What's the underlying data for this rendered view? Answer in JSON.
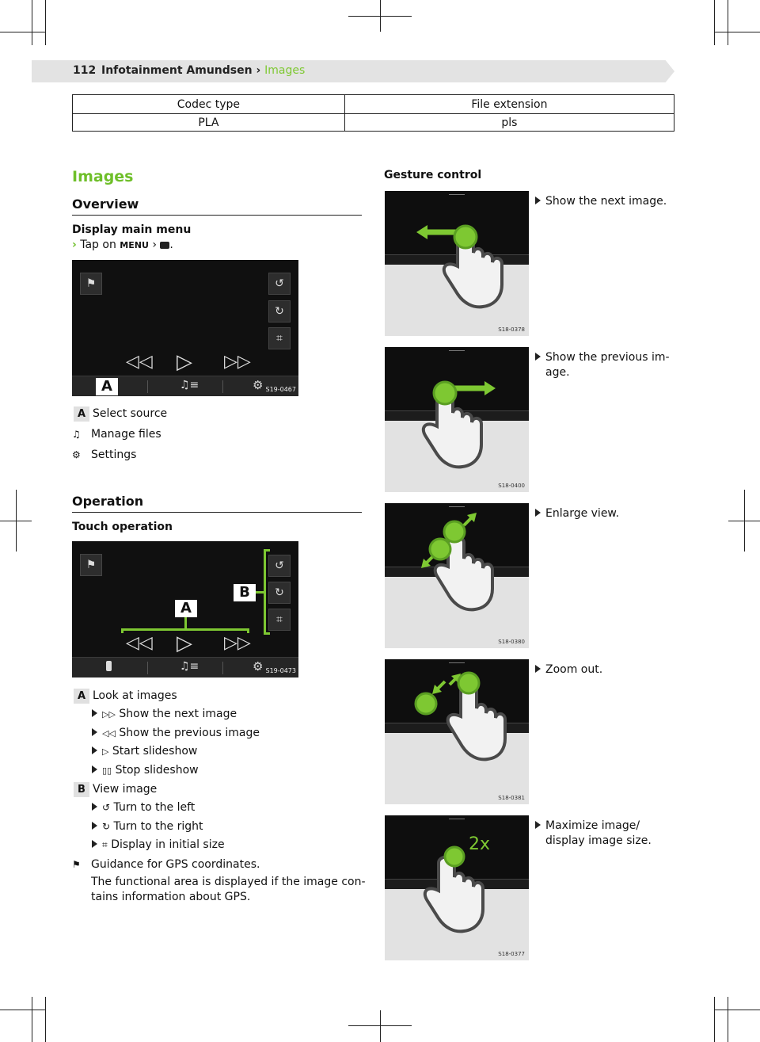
{
  "header": {
    "page_number": "112",
    "chapter": "Infotainment Amundsen",
    "separator": "›",
    "current": "Images"
  },
  "codec_table": {
    "headers": [
      "Codec type",
      "File extension"
    ],
    "rows": [
      [
        "PLA",
        "pls"
      ]
    ]
  },
  "images_section": {
    "title": "Images",
    "overview": "Overview",
    "display_main_menu": "Display main menu",
    "tap_prefix": "›",
    "tap_text": "Tap on",
    "tap_menu": "MENU",
    "tap_arrow": "›",
    "tap_end": ".",
    "figure1_code": "S19-0467",
    "legend": [
      {
        "key": "A",
        "text": "Select source"
      },
      {
        "icon": "music-list-icon",
        "glyph": "♫",
        "text": "Manage files"
      },
      {
        "icon": "gear-icon",
        "glyph": "⚙",
        "text": "Settings"
      }
    ]
  },
  "operation_section": {
    "title": "Operation",
    "touch_operation": "Touch operation",
    "figure2_code": "S19-0473",
    "label_a": "A",
    "label_b": "B",
    "a_text": "Look at images",
    "a_items": [
      "Show the next image",
      "Show the previous image",
      "Start slideshow",
      "Stop slideshow"
    ],
    "a_glyphs": [
      "▷▷",
      "◁◁",
      "▷",
      "▯▯"
    ],
    "b_text": "View image",
    "b_items": [
      "Turn to the left",
      "Turn to the right",
      "Display in initial size"
    ],
    "b_glyphs": [
      "↺",
      "↻",
      "⌗"
    ],
    "gps_title": "Guidance for GPS coordinates.",
    "gps_line1": "The functional area is displayed if the image con-",
    "gps_line2": "tains information about GPS."
  },
  "gesture_section": {
    "title": "Gesture control",
    "items": [
      {
        "code": "S18-0378",
        "caption_lines": [
          "Show the next image."
        ]
      },
      {
        "code": "S18-0400",
        "caption_lines": [
          "Show the previous im-",
          "age."
        ]
      },
      {
        "code": "S18-0380",
        "caption_lines": [
          "Enlarge view."
        ]
      },
      {
        "code": "S18-0381",
        "caption_lines": [
          "Zoom out."
        ]
      },
      {
        "code": "S18-0377",
        "caption_lines": [
          "Maximize image/",
          "display image size."
        ],
        "overlay": "2x"
      }
    ]
  },
  "colors": {
    "accent_green": "#7ec832",
    "screen_bg": "#101010",
    "header_bg": "#e3e3e3"
  }
}
